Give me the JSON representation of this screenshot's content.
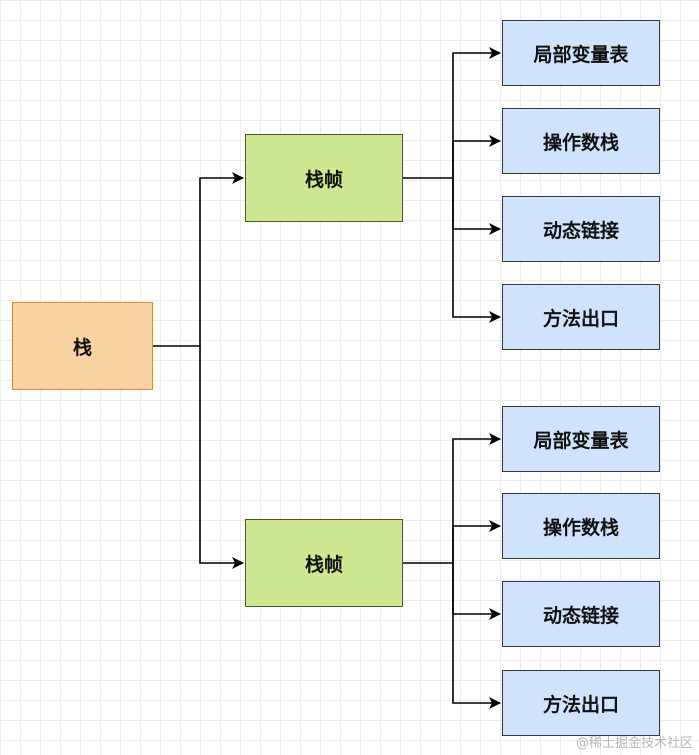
{
  "root": {
    "label": "栈"
  },
  "frames": [
    {
      "label": "栈帧",
      "children": [
        "局部变量表",
        "操作数栈",
        "动态链接",
        "方法出口"
      ]
    },
    {
      "label": "栈帧",
      "children": [
        "局部变量表",
        "操作数栈",
        "动态链接",
        "方法出口"
      ]
    }
  ],
  "colors": {
    "root_fill": "#f9d3a2",
    "root_border": "#d98a2b",
    "frame_fill": "#cde891",
    "frame_border": "#4b5a2c",
    "leaf_fill": "#cfe3fc",
    "leaf_border": "#36393d",
    "edge": "#000000"
  },
  "watermark": "@稀土掘金技术社区"
}
